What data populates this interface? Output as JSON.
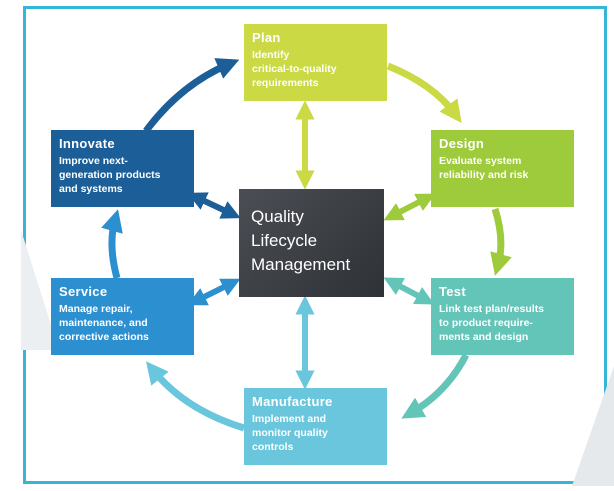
{
  "center": {
    "title": "Quality\nLifecycle\nManagement"
  },
  "stages": {
    "plan": {
      "title": "Plan",
      "desc": "Identify\ncritical-to-quality\nrequirements",
      "color": "#cad944"
    },
    "design": {
      "title": "Design",
      "desc": "Evaluate system\nreliability and risk",
      "color": "#9ecb3b"
    },
    "test": {
      "title": "Test",
      "desc": "Link test plan/results\nto product require-\nments and design",
      "color": "#63c4b8"
    },
    "manufacture": {
      "title": "Manufacture",
      "desc": "Implement and\nmonitor quality\ncontrols",
      "color": "#69c6dc"
    },
    "service": {
      "title": "Service",
      "desc": "Manage repair,\nmaintenance, and\ncorrective actions",
      "color": "#2c8fcf"
    },
    "innovate": {
      "title": "Innovate",
      "desc": "Improve next-\ngeneration products\nand systems",
      "color": "#1c5e98"
    }
  }
}
